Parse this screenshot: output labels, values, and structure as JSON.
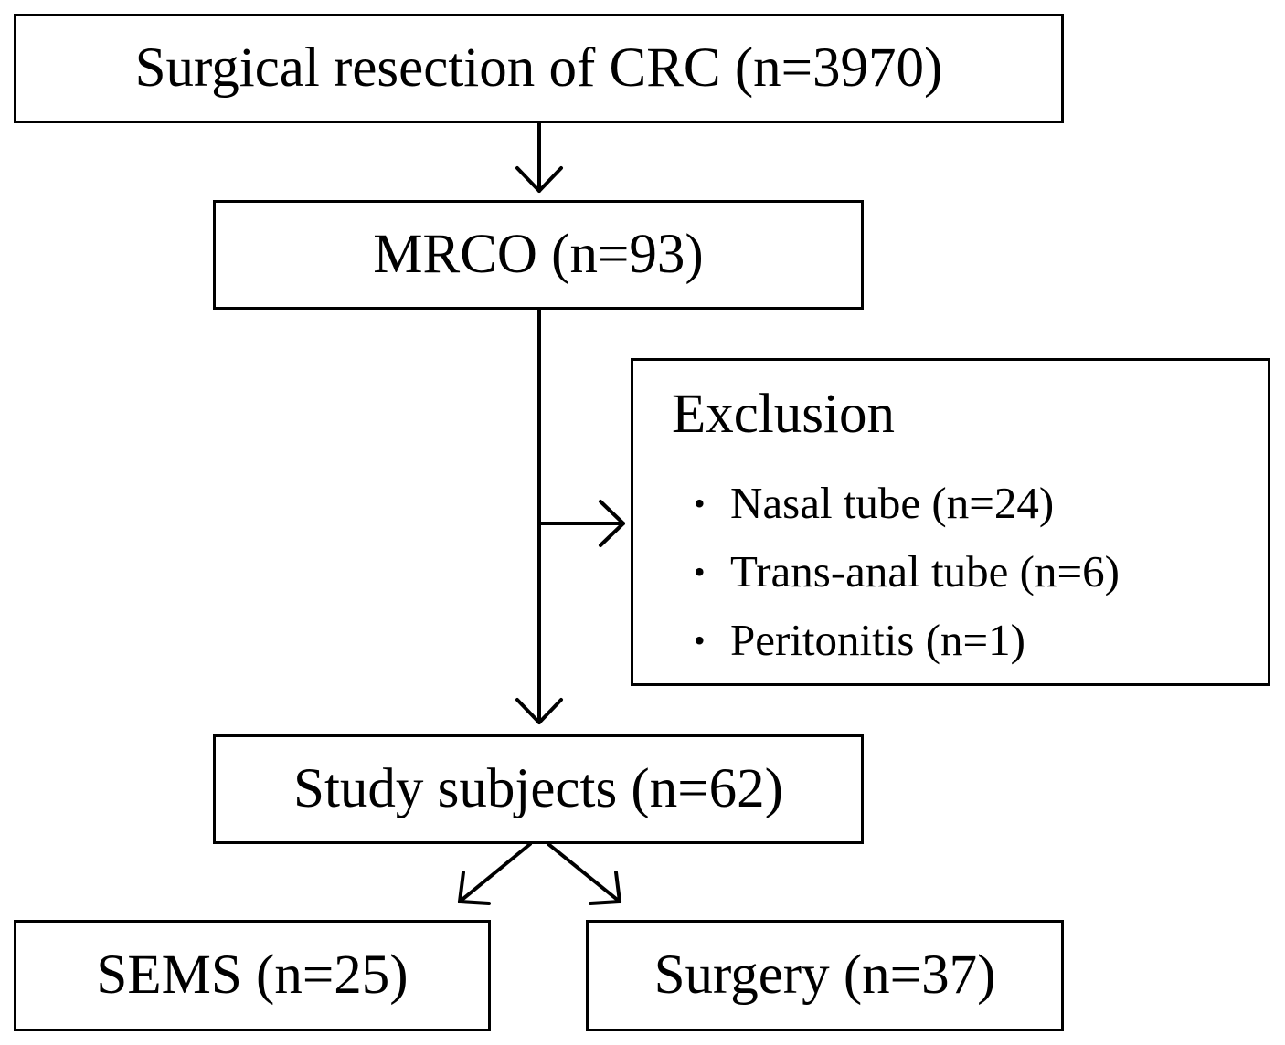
{
  "nodes": {
    "resection": "Surgical resection of CRC (n=3970)",
    "mrco": "MRCO (n=93)",
    "exclusion": {
      "title": "Exclusion",
      "items": [
        "Nasal tube (n=24)",
        "Trans-anal tube (n=6)",
        "Peritonitis (n=1)"
      ]
    },
    "study": "Study subjects (n=62)",
    "sems": "SEMS (n=25)",
    "surgery": "Surgery (n=37)"
  },
  "colors": {
    "stroke": "#000000",
    "background": "#ffffff"
  }
}
